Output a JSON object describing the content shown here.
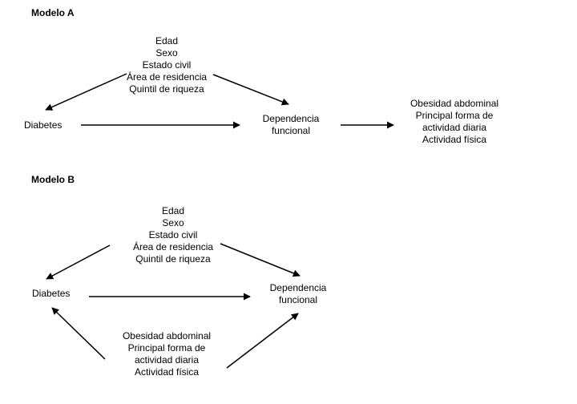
{
  "model_a": {
    "title": "Modelo A",
    "confounders": [
      "Edad",
      "Sexo",
      "Estado civil",
      "Área de residencia",
      "Quintil de riqueza"
    ],
    "exposure": "Diabetes",
    "outcome": [
      "Dependencia",
      "funcional"
    ],
    "consequences": [
      "Obesidad abdominal",
      "Principal forma de",
      "actividad diaria",
      "Actividad física"
    ]
  },
  "model_b": {
    "title": "Modelo B",
    "confounders": [
      "Edad",
      "Sexo",
      "Estado civil",
      "Área de residencia",
      "Quintil de riqueza"
    ],
    "exposure": "Diabetes",
    "outcome": [
      "Dependencia",
      "funcional"
    ],
    "mediators": [
      "Obesidad abdominal",
      "Principal forma de",
      "actividad diaria",
      "Actividad física"
    ]
  },
  "colors": {
    "text": "#000000",
    "arrow": "#000000",
    "background": "#ffffff"
  }
}
